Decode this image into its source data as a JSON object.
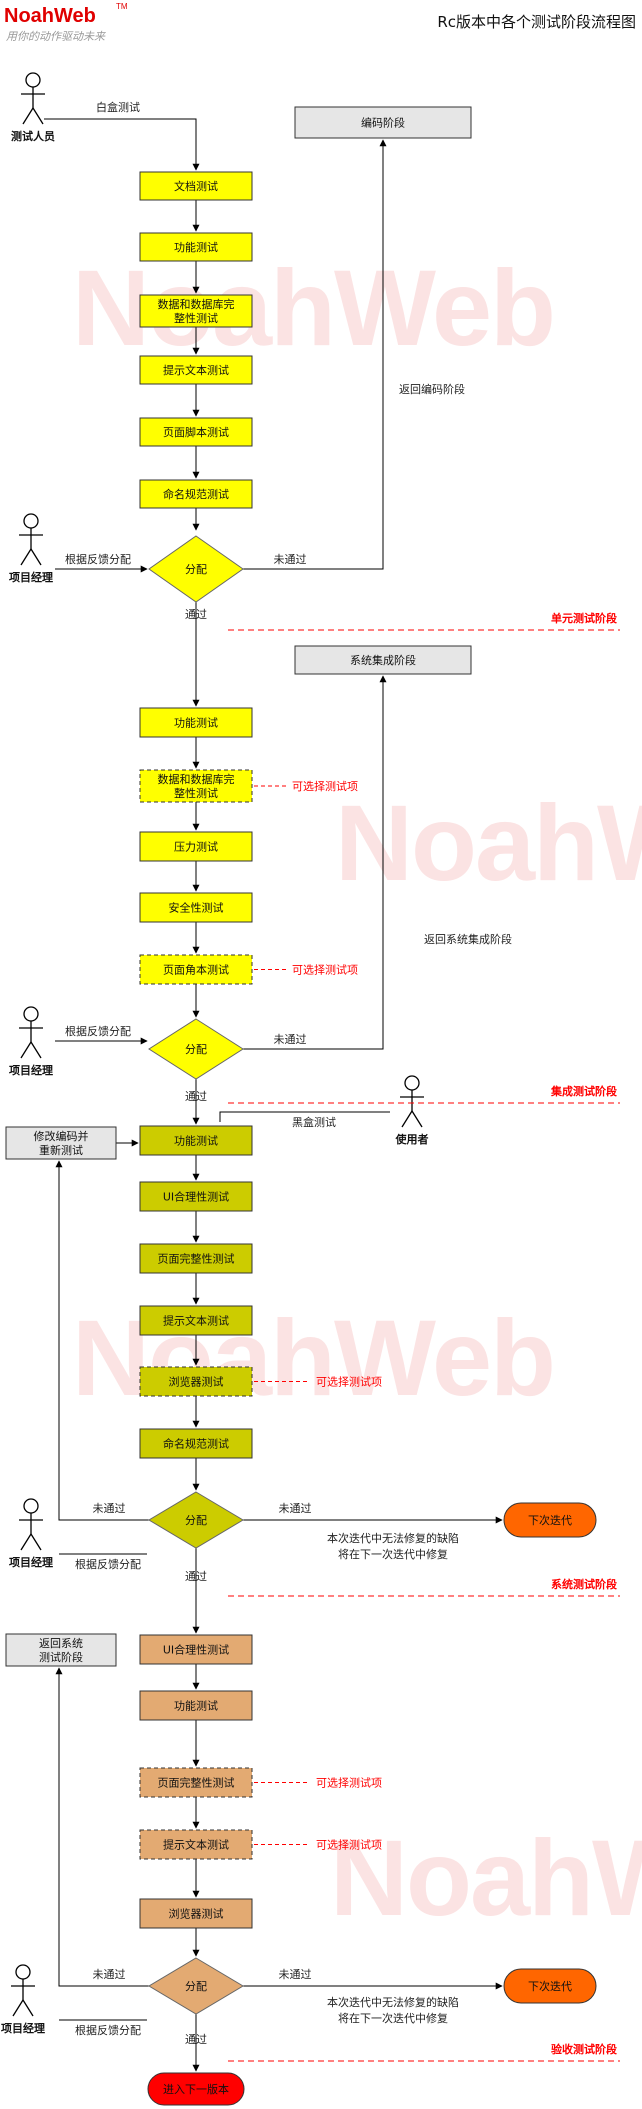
{
  "header": {
    "logo": "NoahWeb",
    "tm": "TM",
    "slogan": "用你的动作驱动未来",
    "title": "Rc版本中各个测试阶段流程图",
    "watermark": "NoahWeb"
  },
  "actors": {
    "tester": "测试人员",
    "pm": "项目经理",
    "user": "使用者"
  },
  "side_boxes": {
    "coding": "编码阶段",
    "integration": "系统集成阶段",
    "fix_retest": [
      "修改编码并",
      "重新测试"
    ],
    "return_system": [
      "返回系统",
      "测试阶段"
    ]
  },
  "labels": {
    "whitebox": "白盒测试",
    "blackbox": "黑盒测试",
    "feedback": "根据反馈分配",
    "fail": "未通过",
    "pass": "通过",
    "distribute": "分配",
    "return_coding": "返回编码阶段",
    "return_integration": "返回系统集成阶段",
    "optional": "可选择测试项",
    "defer_note": [
      "本次迭代中无法修复的缺陷",
      "将在下一次迭代中修复"
    ],
    "next_iteration": "下次迭代",
    "next_version": "进入下一版本"
  },
  "stages": {
    "unit": "单元测试阶段",
    "integration": "集成测试阶段",
    "system": "系统测试阶段",
    "acceptance": "验收测试阶段"
  },
  "unit_steps": [
    {
      "text": [
        "文档测试"
      ]
    },
    {
      "text": [
        "功能测试"
      ]
    },
    {
      "text": [
        "数据和数据库完",
        "整性测试"
      ]
    },
    {
      "text": [
        "提示文本测试"
      ]
    },
    {
      "text": [
        "页面脚本测试"
      ]
    },
    {
      "text": [
        "命名规范测试"
      ]
    }
  ],
  "integration_steps": [
    {
      "text": [
        "功能测试"
      ],
      "optional": false
    },
    {
      "text": [
        "数据和数据库完",
        "整性测试"
      ],
      "optional": true
    },
    {
      "text": [
        "压力测试"
      ],
      "optional": false
    },
    {
      "text": [
        "安全性测试"
      ],
      "optional": false
    },
    {
      "text": [
        "页面角本测试"
      ],
      "optional": true
    }
  ],
  "system_steps": [
    {
      "text": [
        "功能测试"
      ],
      "optional": false
    },
    {
      "text": [
        "UI合理性测试"
      ],
      "optional": false
    },
    {
      "text": [
        "页面完整性测试"
      ],
      "optional": false
    },
    {
      "text": [
        "提示文本测试"
      ],
      "optional": false
    },
    {
      "text": [
        "浏览器测试"
      ],
      "optional": true
    },
    {
      "text": [
        "命名规范测试"
      ],
      "optional": false
    }
  ],
  "acceptance_steps": [
    {
      "text": [
        "UI合理性测试"
      ],
      "optional": false
    },
    {
      "text": [
        "功能测试"
      ],
      "optional": false
    },
    {
      "text": [
        "页面完整性测试"
      ],
      "optional": true
    },
    {
      "text": [
        "提示文本测试"
      ],
      "optional": true
    },
    {
      "text": [
        "浏览器测试"
      ],
      "optional": false
    }
  ],
  "colors": {
    "unit_fill": "#ffff00",
    "integration_fill": "#ffff00",
    "system_fill": "#cccc00",
    "acceptance_fill": "#e3aa72",
    "gray_box": "#e6e6e6",
    "orange_terminal": "#ff6600",
    "red_terminal": "#ff0000",
    "stage_line": "#ff0000",
    "watermark": "#fbe3e3"
  }
}
